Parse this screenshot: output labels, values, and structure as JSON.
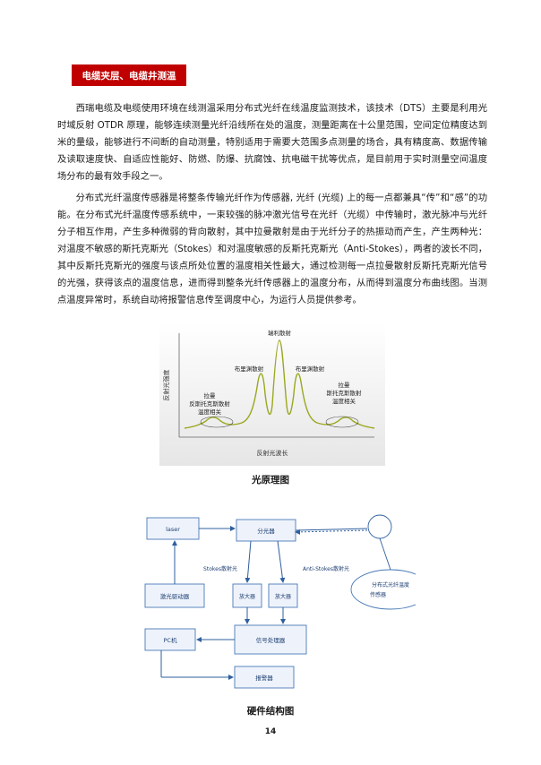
{
  "section_tag": "电缆夹层、电缆井测温",
  "paragraph1": "西瑞电缆及电缆使用环境在线测温采用分布式光纤在线温度监测技术，该技术（DTS）主要是利用光时域反射 OTDR 原理，能够连续测量光纤沿线所在处的温度，测量距离在十公里范围，空间定位精度达到米的量级，能够进行不间断的自动测量，特别适用于需要大范围多点测量的场合，具有精度高、数据传输及读取速度快、自适应性能好、防燃、防爆、抗腐蚀、抗电磁干扰等优点，是目前用于实时测量空间温度场分布的最有效手段之一。",
  "paragraph2": "分布式光纤温度传感器是将整条传输光纤作为传感器, 光纤 (光缆) 上的每一点都兼具“传”和“感”的功能。在分布式光纤温度传感系统中，一束较强的脉冲激光信号在光纤（光缆）中传输时，激光脉冲与光纤分子相互作用，产生多种微弱的背向散射，其中拉曼散射是由于光纤分子的热振动而产生，产生两种光：对温度不敏感的斯托克斯光（Stokes）和对温度敏感的反斯托克斯光（Anti-Stokes），两者的波长不同，其中反斯托克斯光的强度与该点所处位置的温度相关性最大，通过检测每一点拉曼散射反斯托克斯光信号的光强，获得该点的温度信息，进而得到整条光纤传感器上的温度分布，从而得到温度分布曲线图。当测点温度异常时，系统自动将报警信息传至调度中心，为运行人员提供参考。",
  "figure1": {
    "caption": "光原理图",
    "y_axis_label": "反射光强度",
    "x_axis_label": "反射光波长",
    "rayleigh": "瑞利散射",
    "brillouin_left": "布里渊散射",
    "brillouin_right": "布里渊散射",
    "raman_left_1": "拉曼",
    "raman_left_2": "反斯托克斯散射",
    "raman_left_3": "温度相关",
    "raman_right_1": "拉曼",
    "raman_right_2": "斯托克斯散射",
    "raman_right_3": "温度相关"
  },
  "figure2": {
    "caption": "硬件结构图",
    "laser": "laser",
    "splitter": "分光器",
    "stokes_label": "Stokes散射光",
    "anti_stokes_label": "Anti-Stokes散射光",
    "laser_driver": "激光驱动器",
    "amp1": "放大器",
    "amp2": "放大器",
    "pc": "PC机",
    "signal_processor": "信号处理器",
    "alarm": "报警器",
    "sensor_1": "分布式光纤温度",
    "sensor_2": "传感器"
  },
  "page_number": "14",
  "colors": {
    "tag_bg": "#c00000",
    "box_border": "#4a7ab8",
    "box_fill": "#eef3fb",
    "arrow": "#2f5f9e",
    "curve": "#9aa820"
  }
}
